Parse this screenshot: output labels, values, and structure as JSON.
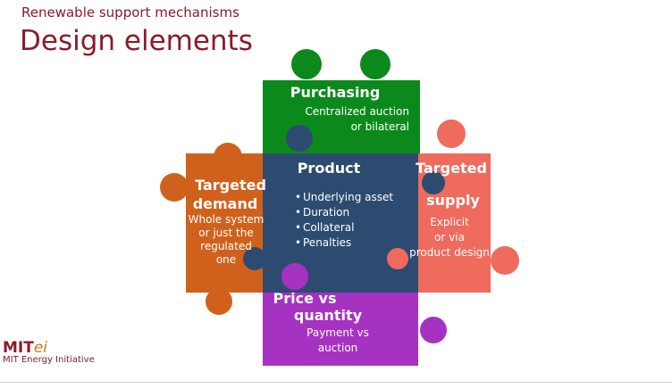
{
  "header": {
    "subtitle": "Renewable support mechanisms",
    "title": "Design elements"
  },
  "pieces": {
    "purchasing": {
      "title": "Purchasing",
      "lines": [
        "Centralized auction",
        "or bilateral"
      ],
      "color": "#0b8a1b"
    },
    "product": {
      "title": "Product",
      "bullets": [
        "Underlying asset",
        "Duration",
        "Collateral",
        "Penalties"
      ],
      "color": "#2d4b70"
    },
    "demand": {
      "title1": "Targeted",
      "title2": "demand",
      "lines": [
        "Whole system",
        "or just the",
        "regulated",
        "one"
      ],
      "color": "#d0611c"
    },
    "supply": {
      "title1": "Targeted",
      "title2": "supply",
      "lines": [
        "Explicit",
        "or via",
        "product design"
      ],
      "color": "#ee6b5d"
    },
    "price": {
      "title1": "Price vs",
      "title2": "quantity",
      "lines": [
        "Payment vs",
        "auction"
      ],
      "color": "#a632c2"
    }
  },
  "logo": {
    "mark_a": "MIT",
    "mark_b": "ei",
    "name": "MIT Energy Initiative"
  }
}
